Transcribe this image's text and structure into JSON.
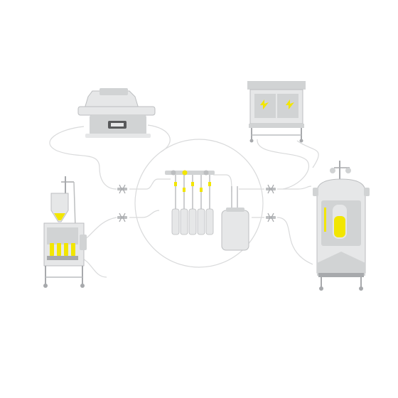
{
  "colors": {
    "background": "#ffffff",
    "equipment_light": "#e6e7e8",
    "equipment_mid": "#d1d3d4",
    "equipment_dark": "#a7a9ac",
    "tubing": "#d9dadb",
    "accent_yellow": "#f2e600",
    "display_dark": "#58595b"
  },
  "components": [
    {
      "id": "incubator-shaker",
      "icon": "incubator-shaker-icon"
    },
    {
      "id": "biosafety-cabinet",
      "icon": "biosafety-cabinet-icon"
    },
    {
      "id": "filling-station",
      "icon": "filling-station-icon"
    },
    {
      "id": "bioreactor",
      "icon": "bioreactor-icon"
    },
    {
      "id": "single-use-manifold",
      "icon": "manifold-icon"
    },
    {
      "id": "sterile-connectors",
      "icon": "connector-icon"
    }
  ]
}
